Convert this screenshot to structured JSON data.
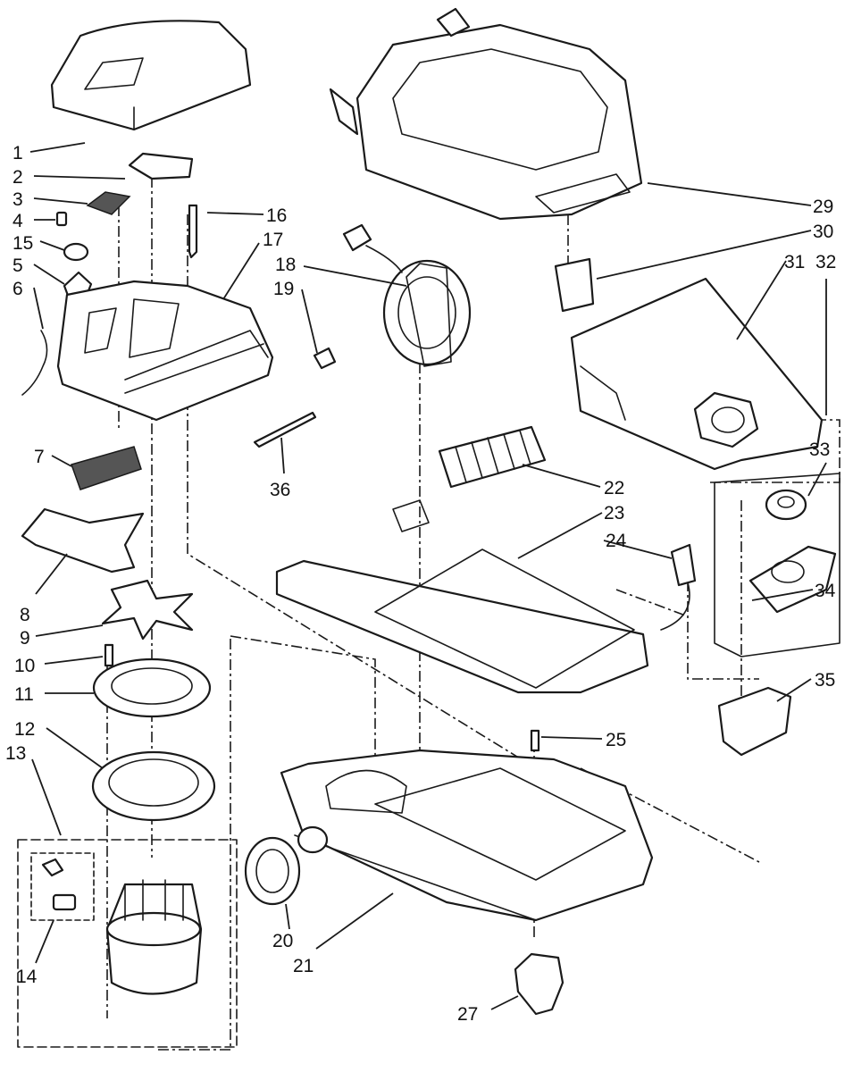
{
  "callouts": [
    {
      "key": "c1",
      "label": "1"
    },
    {
      "key": "c2",
      "label": "2"
    },
    {
      "key": "c3",
      "label": "3"
    },
    {
      "key": "c4",
      "label": "4"
    },
    {
      "key": "c15",
      "label": "15"
    },
    {
      "key": "c5",
      "label": "5"
    },
    {
      "key": "c6",
      "label": "6"
    },
    {
      "key": "c7",
      "label": "7"
    },
    {
      "key": "c8",
      "label": "8"
    },
    {
      "key": "c9",
      "label": "9"
    },
    {
      "key": "c10",
      "label": "10"
    },
    {
      "key": "c11",
      "label": "11"
    },
    {
      "key": "c12",
      "label": "12"
    },
    {
      "key": "c13",
      "label": "13"
    },
    {
      "key": "c14",
      "label": "14"
    },
    {
      "key": "c16",
      "label": "16"
    },
    {
      "key": "c17",
      "label": "17"
    },
    {
      "key": "c18",
      "label": "18"
    },
    {
      "key": "c19",
      "label": "19"
    },
    {
      "key": "c36",
      "label": "36"
    },
    {
      "key": "c29",
      "label": "29"
    },
    {
      "key": "c30",
      "label": "30"
    },
    {
      "key": "c31",
      "label": "31"
    },
    {
      "key": "c32",
      "label": "32"
    },
    {
      "key": "c33",
      "label": "33"
    },
    {
      "key": "c34",
      "label": "34"
    },
    {
      "key": "c22",
      "label": "22"
    },
    {
      "key": "c23",
      "label": "23"
    },
    {
      "key": "c24",
      "label": "24"
    },
    {
      "key": "c25",
      "label": "25"
    },
    {
      "key": "c35",
      "label": "35"
    },
    {
      "key": "c20",
      "label": "20"
    },
    {
      "key": "c21",
      "label": "21"
    },
    {
      "key": "c27",
      "label": "27"
    }
  ]
}
